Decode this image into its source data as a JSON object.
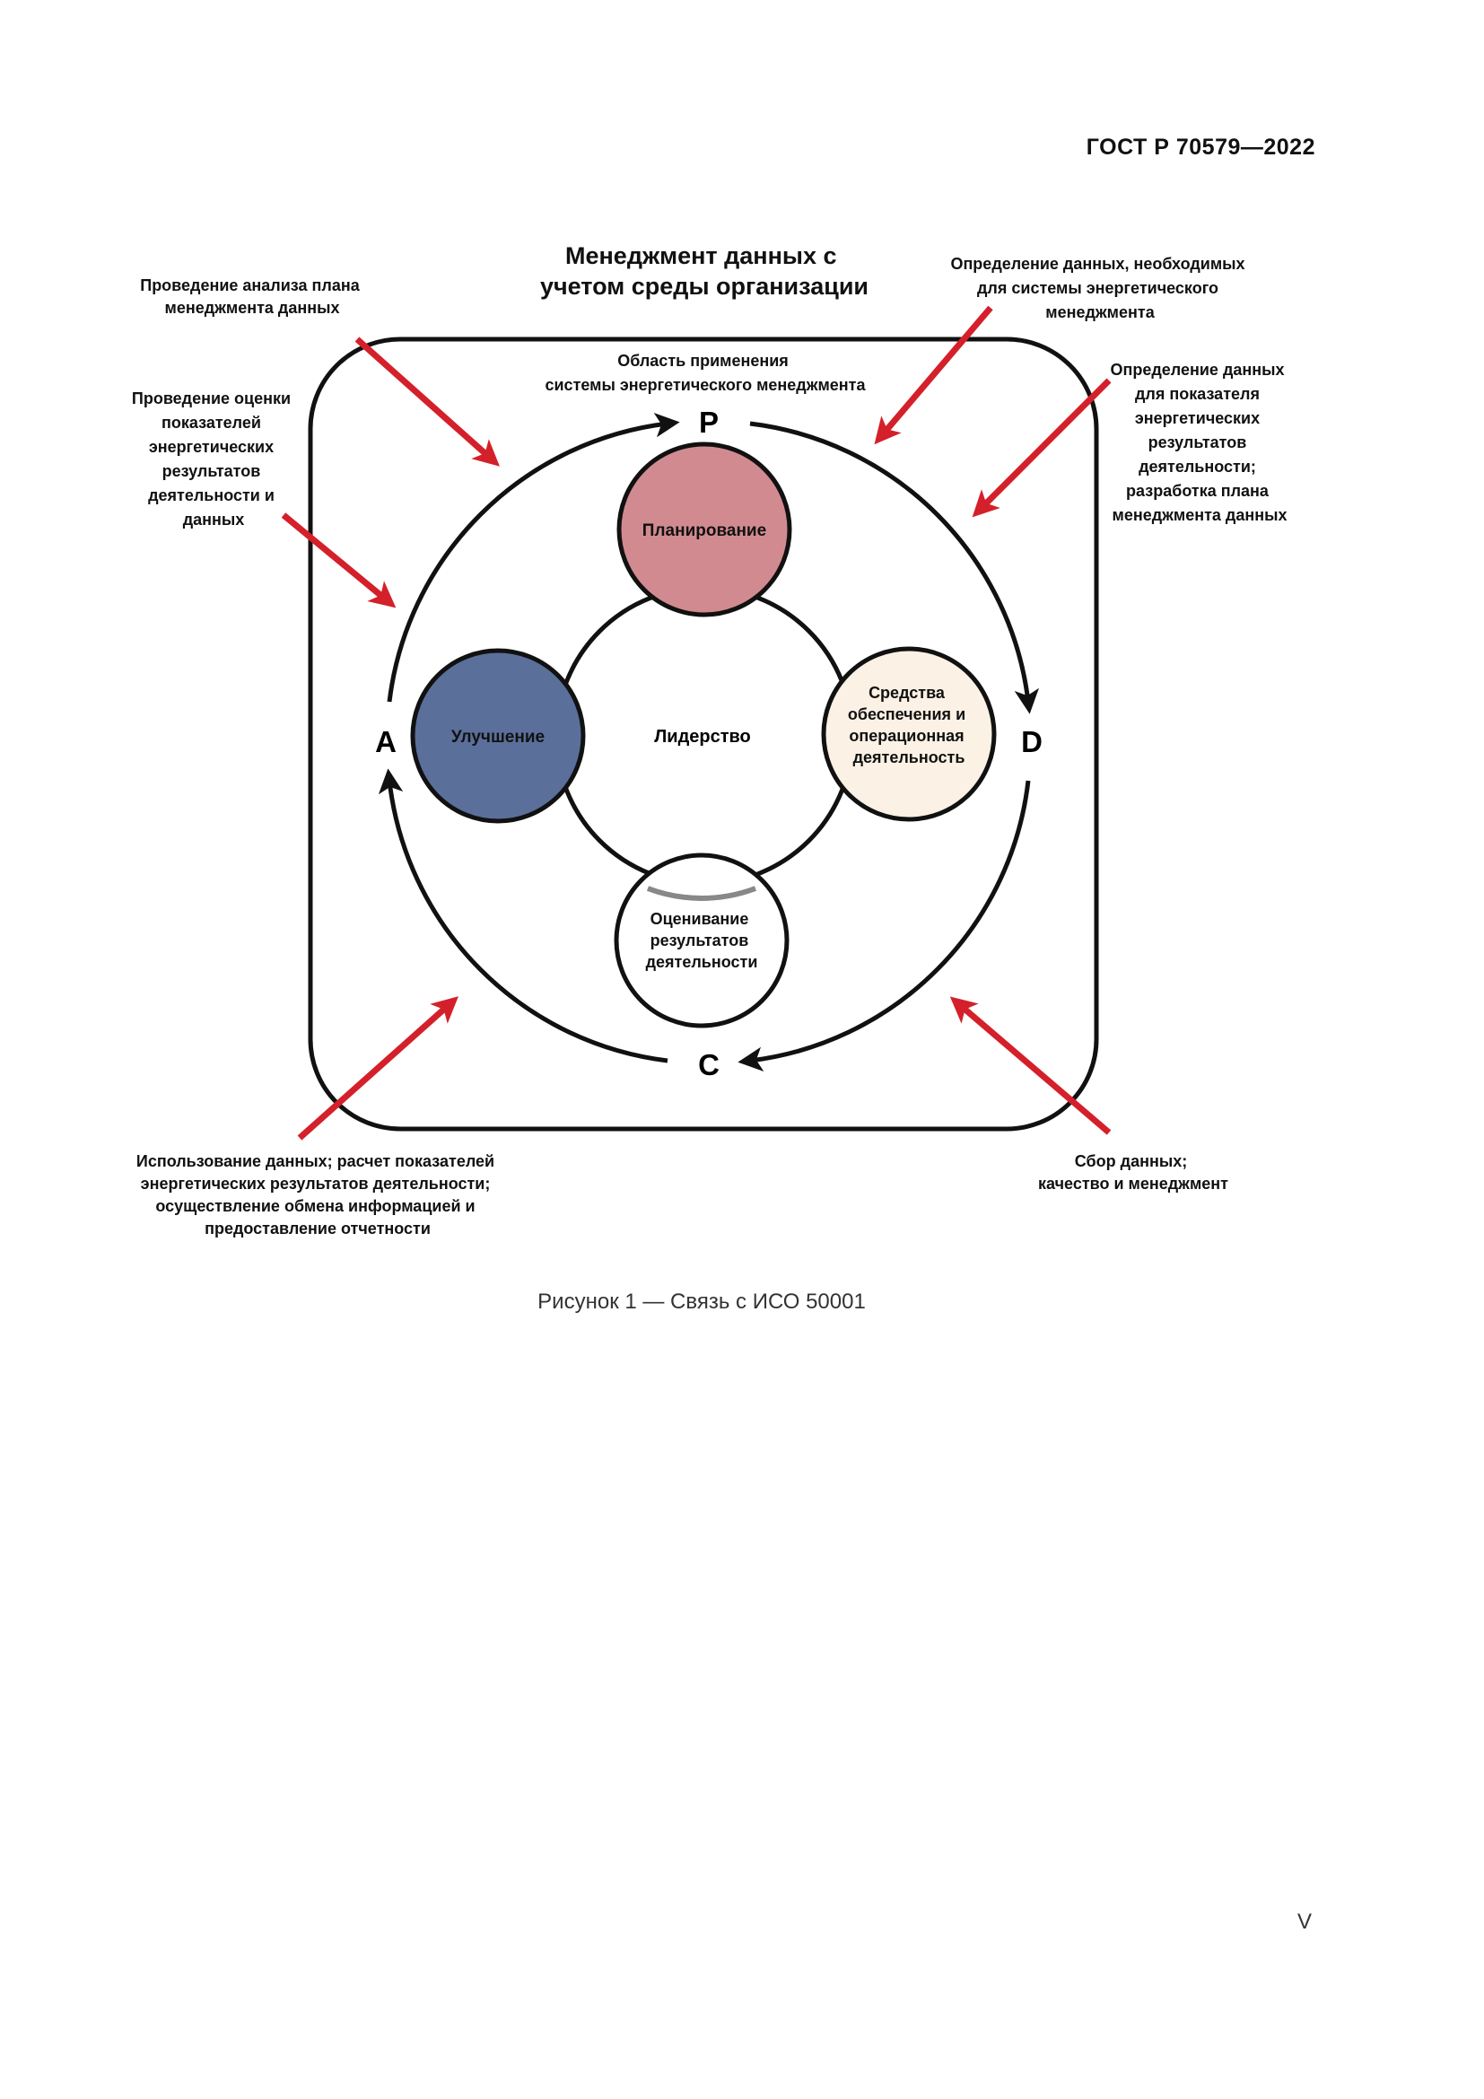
{
  "header": {
    "doc_code": "ГОСТ Р 70579—2022"
  },
  "diagram": {
    "title": [
      "Менеджмент данных с",
      "учетом среды организации"
    ],
    "scope": [
      "Область применения",
      "системы энергетического менеджмента"
    ],
    "pdca": {
      "p": "P",
      "d": "D",
      "c": "C",
      "a": "A"
    },
    "center_label": "Лидерство",
    "circles": {
      "plan": [
        "Планирование"
      ],
      "do": [
        "Средства",
        "обеспечения и",
        "операционная",
        "деятельность"
      ],
      "check": [
        "Оценивание",
        "результатов",
        "деятельности"
      ],
      "act": [
        "Улучшение"
      ]
    },
    "annotations": {
      "top_left": [
        "Проведение анализа плана",
        "менеджмента данных"
      ],
      "left": [
        "Проведение оценки",
        "показателей",
        "энергетических",
        "результатов",
        "деятельности и",
        "данных"
      ],
      "top_right": [
        "Определение данных, необходимых",
        "для системы энергетического",
        "менеджмента"
      ],
      "right": [
        "Определение данных",
        "для показателя",
        "энергетических",
        "результатов",
        "деятельности;",
        "разработка плана",
        "менеджмента данных"
      ],
      "bottom_left": [
        "Использование данных; расчет показателей",
        "энергетических результатов деятельности;",
        "осуществление обмена информацией и",
        "предоставление отчетности"
      ],
      "bottom_right": [
        "Сбор данных;",
        "качество и менеджмент"
      ]
    },
    "colors": {
      "plan": "#d18b90",
      "act": "#5a6f9a",
      "do": "#fbf1e4",
      "check": "#ffffff",
      "arrow_red": "#d4202a",
      "line": "#111111"
    }
  },
  "caption": "Рисунок 1 — Связь с ИСО 50001",
  "page_number": "V"
}
